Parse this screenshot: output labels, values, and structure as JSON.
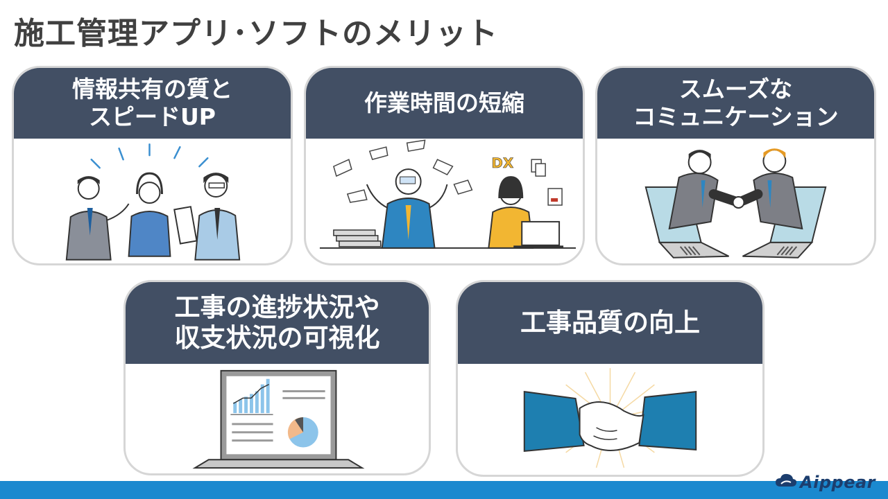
{
  "page_title": "施工管理アプリ･ソフトのメリット",
  "cards": [
    {
      "lines": [
        "情報共有の質と",
        "スピードUP"
      ]
    },
    {
      "lines": [
        "作業時間の短縮"
      ]
    },
    {
      "lines": [
        "スムーズな",
        "コミュニケーション"
      ]
    },
    {
      "lines": [
        "工事の進捗状況や",
        "収支状況の可視化"
      ]
    },
    {
      "lines": [
        "工事品質の向上"
      ]
    }
  ],
  "illustration_labels": {
    "dx": "DX"
  },
  "logo": {
    "text": "Aippear",
    "icon": "cloud-logo-icon"
  },
  "colors": {
    "card_header": "#424f64",
    "card_border": "#d6d6d6",
    "footer_bar": "#1b89cf",
    "accent_blue": "#2e86c1",
    "accent_yellow": "#f2b632"
  }
}
